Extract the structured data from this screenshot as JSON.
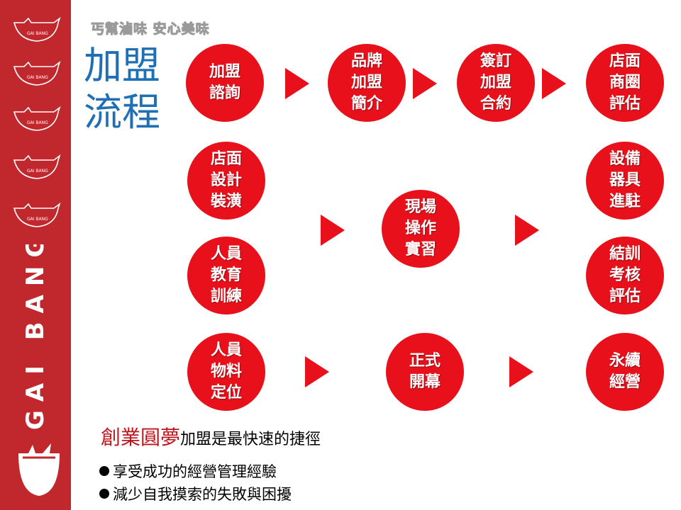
{
  "brand": {
    "name": "GAI BANG",
    "logo_text": "GAI BANG",
    "accent": "#c0282d",
    "step_color": "#e8101a"
  },
  "slogan": "丐幫滷味 安心美味",
  "title": {
    "line1": "加盟",
    "line2": "流程"
  },
  "steps": [
    "加盟\n諮詢",
    "品牌\n加盟\n簡介",
    "簽訂\n加盟\n合約",
    "店面\n商圈\n評估",
    "店面\n設計\n裝潢",
    "設備\n器具\n進駐",
    "現場\n操作\n實習",
    "人員\n教育\n訓練",
    "結訓\n考核\n評估",
    "人員\n物料\n定位",
    "正式\n開幕",
    "永續\n經營"
  ],
  "tagline": {
    "strong": "創業圓夢",
    "rest": "加盟是最快速的捷徑"
  },
  "bullets": [
    "享受成功的經營管理經驗",
    "減少自我摸索的失敗與困擾"
  ]
}
